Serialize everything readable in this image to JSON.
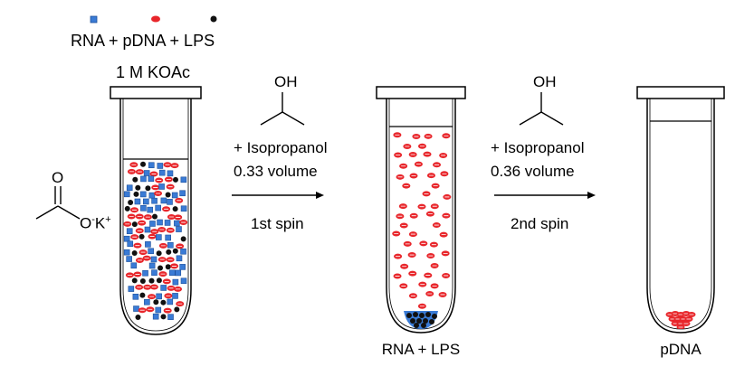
{
  "legend": {
    "label": "RNA + pDNA + LPS",
    "markers": [
      {
        "name": "RNA",
        "shape": "square",
        "color": "#3a7bd5"
      },
      {
        "name": "pDNA",
        "shape": "ellipse",
        "color": "#e8262b"
      },
      {
        "name": "LPS",
        "shape": "dot",
        "color": "#111111"
      }
    ]
  },
  "tube1": {
    "salt": "1 M KOAc"
  },
  "acetate": {
    "oxygen": "O",
    "anion": "O",
    "charge": "-",
    "counter_ion": "K",
    "counter_charge": "+"
  },
  "step1": {
    "reagent_oh": "OH",
    "reagent": "+ Isopropanol",
    "volume": "0.33 volume",
    "spin": "1st spin"
  },
  "tube2": {
    "pellet_label": "RNA + LPS"
  },
  "step2": {
    "reagent_oh": "OH",
    "reagent": "+ Isopropanol",
    "volume": "0.36 volume",
    "spin": "2nd spin"
  },
  "tube3": {
    "pellet_label": "pDNA"
  },
  "colors": {
    "rna": "#3a7bd5",
    "pdna": "#e8262b",
    "lps": "#111111",
    "outline": "#000000",
    "cap_fill": "#ffffff"
  },
  "icons": [
    "tube-icon",
    "arrow-right-icon",
    "isopropanol-structure-icon",
    "acetate-structure-icon"
  ]
}
